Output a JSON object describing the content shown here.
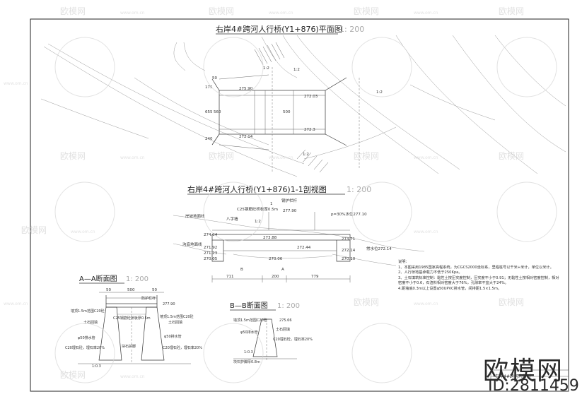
{
  "drawing": {
    "plan_title": "右岸4#跨河人行桥(Y1+876)平面图",
    "plan_scale": "1: 200",
    "section_title": "右岸4#跨河人行桥(Y1+876)1-1剖视图",
    "section_scale": "1: 200",
    "aa_title": "A—A断面图",
    "aa_scale": "1: 200",
    "bb_title": "B—B断面图",
    "bb_scale": "1: 200",
    "drawing_caption": "右岸4#跨河人行桥"
  },
  "plan_labels": {
    "d1": "175",
    "d2": "655",
    "d3": "560",
    "d4": "500",
    "d5": "240",
    "d6": "50",
    "d7": "1:2",
    "d8": "1:2",
    "d9": "1:2",
    "d10": "1:2",
    "e1": "275.90",
    "e2": "272.14",
    "e3": "272.03",
    "e4": "272.3"
  },
  "section_labels": {
    "rail": "钢护栏杆",
    "beam": "C25钢筋砼桥板厚0.5m",
    "top_el": "277.90",
    "flood": "p=30%水位277.10",
    "bank": "岸坡地面线",
    "wingwall": "八字墙",
    "riverbed": "沟底地面线",
    "el_a": "273.88",
    "el_b": "274.04",
    "el_c": "273.71",
    "el_d": "272.44",
    "el_e": "271.92",
    "el_f": "271.23",
    "el_g": "270.05",
    "el_h": "270.06",
    "el_i": "270.10",
    "el_j": "272.14",
    "normal": "常水位272.14",
    "d_left": "711",
    "d_mid": "200",
    "d_right": "779",
    "mark_b": "B",
    "mark_a": "A",
    "mark_1": "1",
    "mark_slope": "1:2"
  },
  "aa_labels": {
    "w1": "50",
    "w2": "500",
    "w3": "50",
    "rail": "防护栏杆",
    "top_el": "277.90",
    "note1": "墙顶1.5m范围C20砼",
    "note2": "C25钢筋砼桥板厚0.5m",
    "note3": "墙顶1.5m范围C20砼",
    "fill_l": "土石回填",
    "fill_r": "土石回填",
    "drain_l": "φ50排水管",
    "drain_r": "φ50排水管",
    "wall_l": "C20埋石砼，埋石率20%",
    "wall_r": "C20埋石砼，埋石率20%",
    "block": "块石护脚",
    "slope": "1:0.3"
  },
  "bb_labels": {
    "top_el": "275.66",
    "note1": "墙顶1.5m范围C20砼",
    "drain": "φ50排水管",
    "fill": "土石回填",
    "wall": "C20埋石砼，埋石率20%",
    "foot": "块石护脚厚0.8m",
    "slope": "1:0.3"
  },
  "notes": {
    "heading": "说明：",
    "n1": "1、本图采用1985国家高程系统，为CGCS2000坐标系，里程桩号以千米+米计，单位以米计。",
    "n2": "2、人行桥地基承载力不低于250Kpa。",
    "n3": "3、土石填筑标准控制：黏性土按压实度控制，压实度不小于0.91；无黏性土按相对密度控制，相对密度不小于0.6，石渣料相对密度大于76%，孔隙率不宜大于24%。",
    "n4": "4.距墙底0.3m以上设置φ50UPVC排水管，间排距1.5×1.5m。"
  },
  "branding": {
    "watermark": "欧模网",
    "watermark_url": "www.om.cn",
    "brand": "欧模网",
    "id": "ID:2811459"
  }
}
